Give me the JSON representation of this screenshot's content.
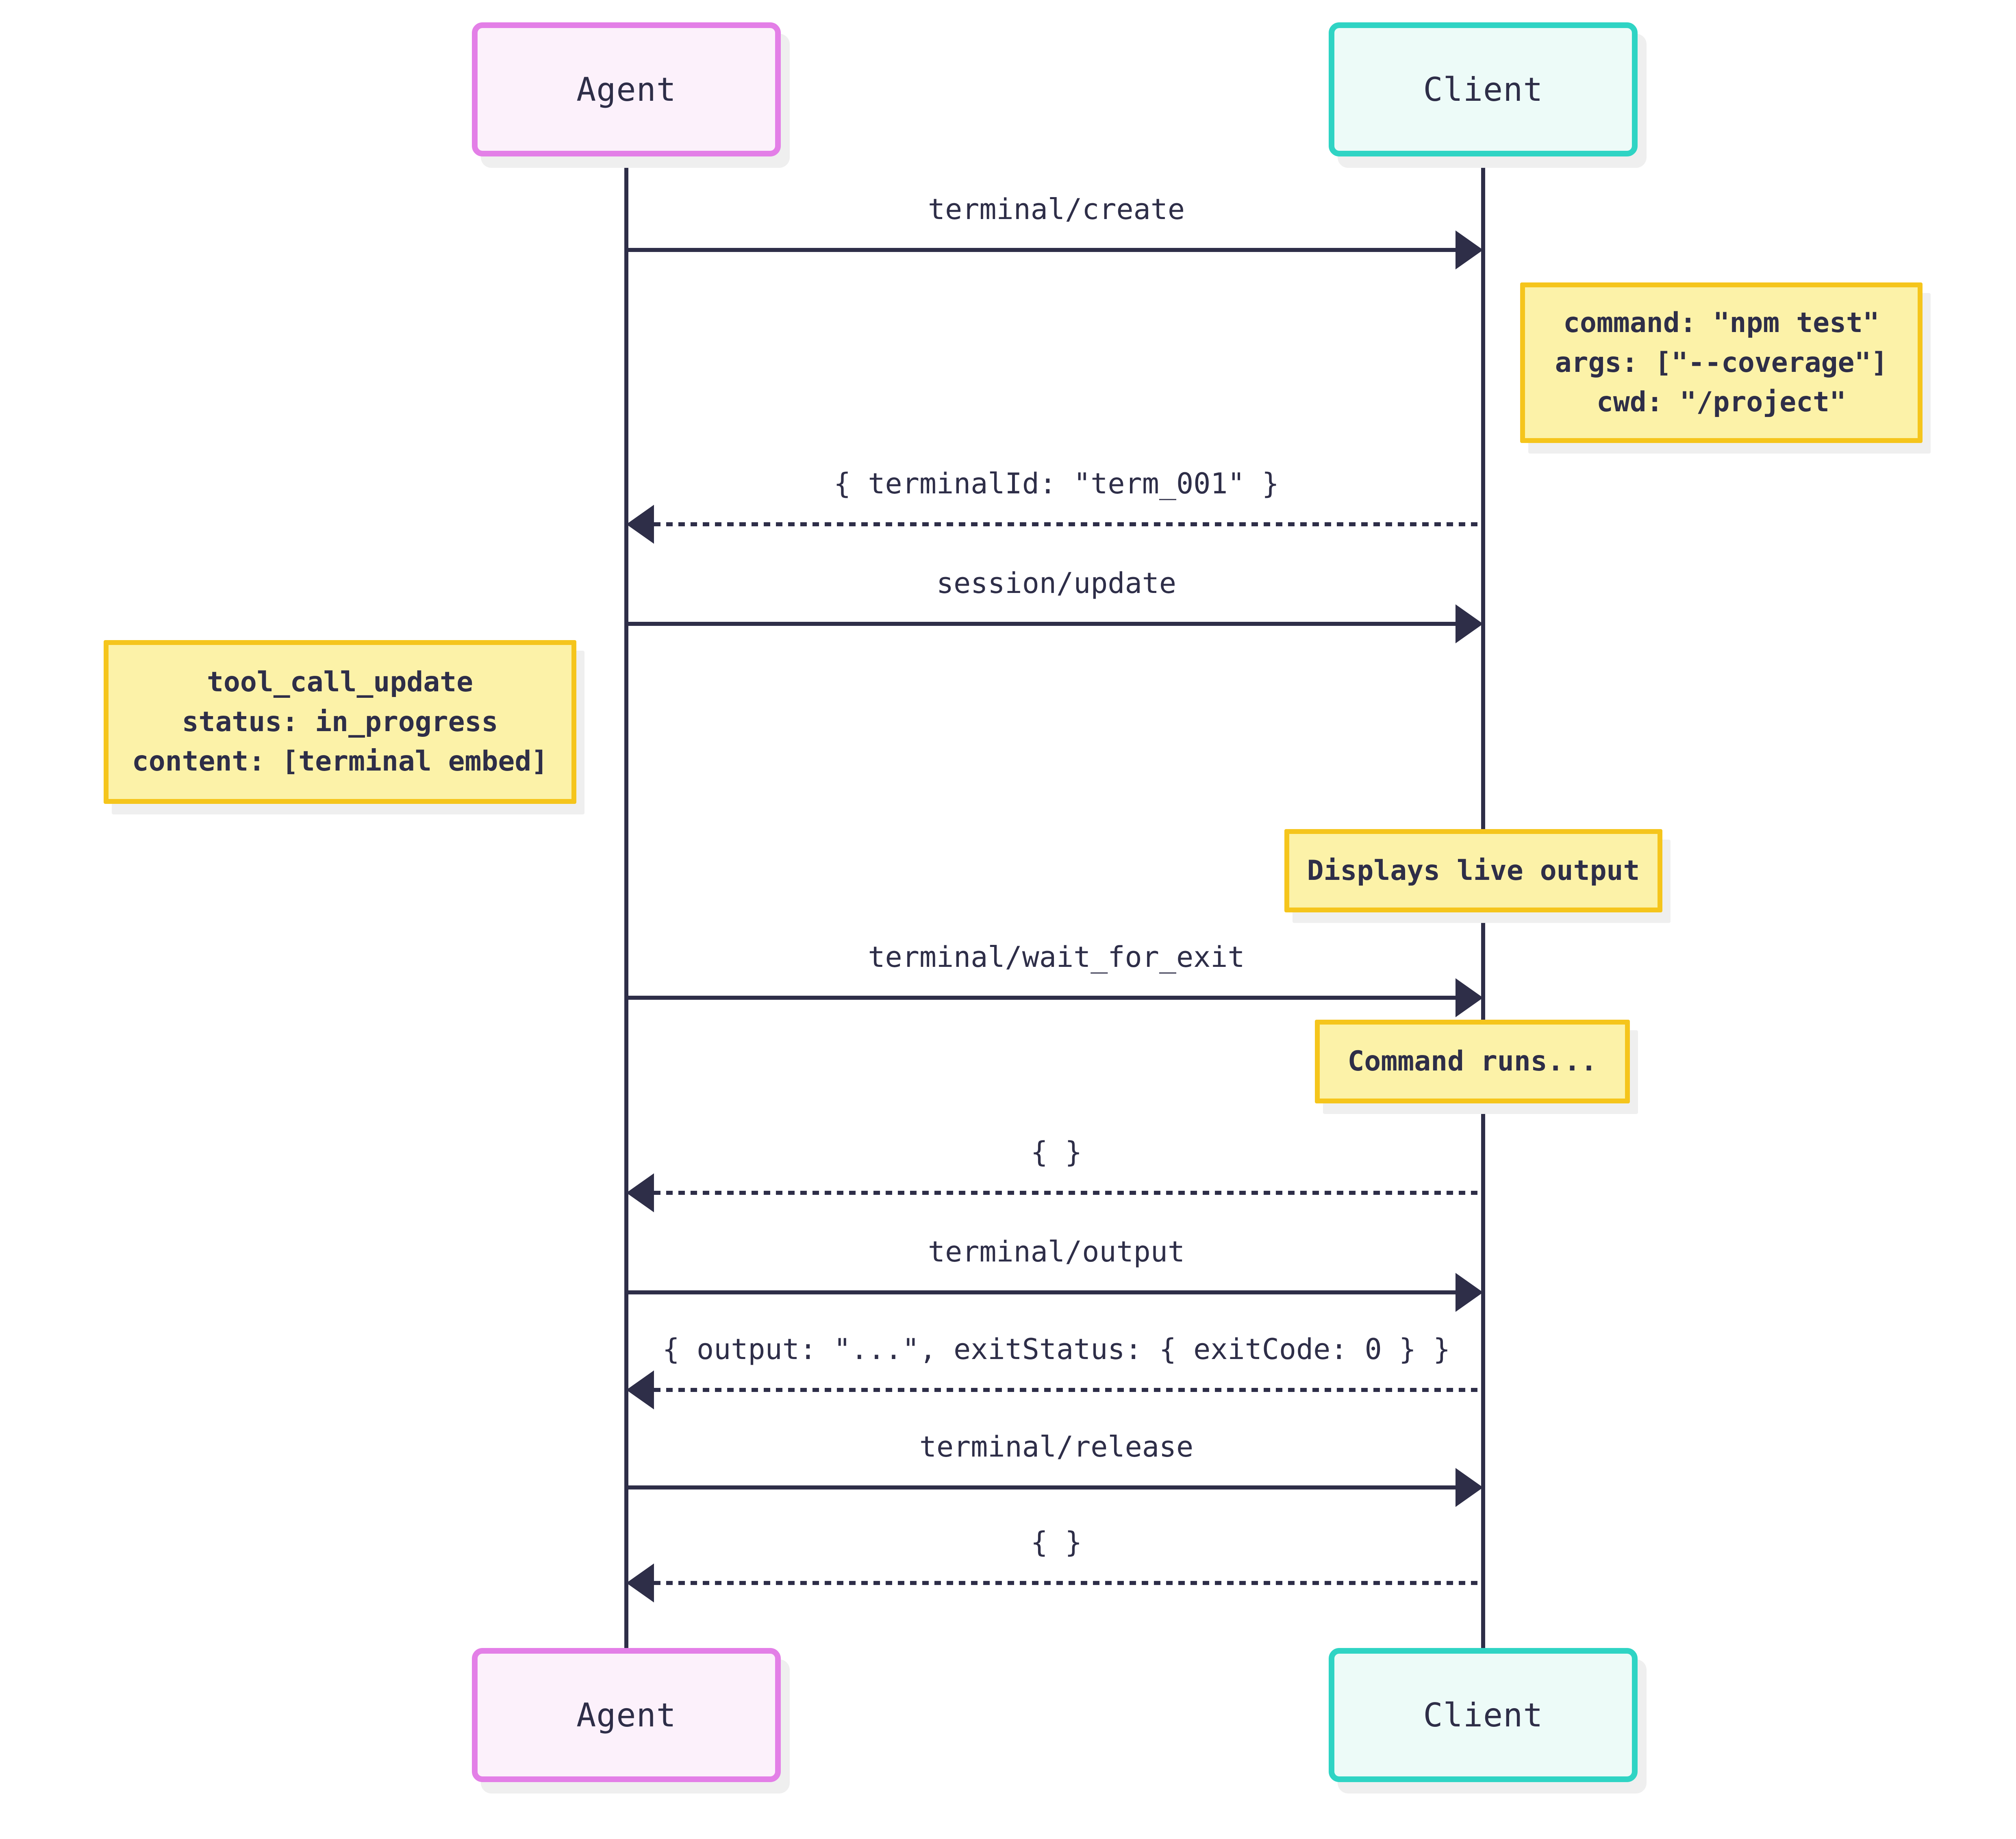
{
  "colors": {
    "background": "#FFFFFF",
    "ink": "#2E2E48",
    "agent_border": "#E37FE7",
    "agent_fill": "#FCF1FB",
    "client_border": "#2FD4C4",
    "client_fill": "#EDFBF8",
    "note_border": "#F5C51C",
    "note_fill": "#FCF2A8",
    "shadow": "#EFEFEF"
  },
  "actors": {
    "agent": {
      "label": "Agent"
    },
    "client": {
      "label": "Client"
    }
  },
  "messages": [
    {
      "label": "terminal/create",
      "type": "solid",
      "direction": "right"
    },
    {
      "label": "{ terminalId: \"term_001\" }",
      "type": "dashed",
      "direction": "left"
    },
    {
      "label": "session/update",
      "type": "solid",
      "direction": "right"
    },
    {
      "label": "terminal/wait_for_exit",
      "type": "solid",
      "direction": "right"
    },
    {
      "label": "{ }",
      "type": "dashed",
      "direction": "left"
    },
    {
      "label": "terminal/output",
      "type": "solid",
      "direction": "right"
    },
    {
      "label": "{ output: \"...\", exitStatus: { exitCode: 0 } }",
      "type": "dashed",
      "direction": "left"
    },
    {
      "label": "terminal/release",
      "type": "solid",
      "direction": "right"
    },
    {
      "label": "{ }",
      "type": "dashed",
      "direction": "left"
    }
  ],
  "notes": {
    "terminal_params": {
      "lines": [
        "command: \"npm test\"",
        "args: [\"--coverage\"]",
        "cwd: \"/project\""
      ]
    },
    "tool_call_update": {
      "lines": [
        "tool_call_update",
        "status: in_progress",
        "content: [terminal embed]"
      ]
    },
    "displays_live_output": {
      "lines": [
        "Displays live output"
      ]
    },
    "command_runs": {
      "lines": [
        "Command runs..."
      ]
    }
  }
}
